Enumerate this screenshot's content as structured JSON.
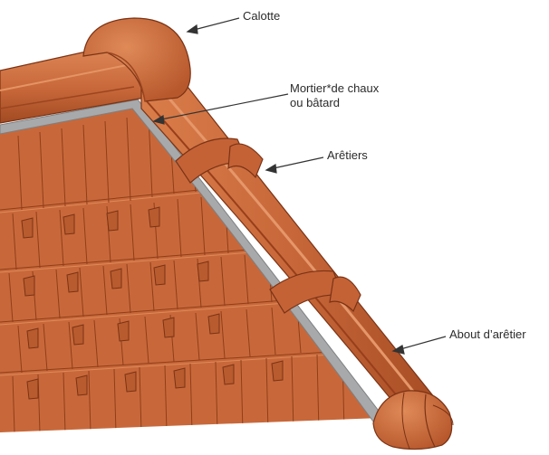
{
  "labels": {
    "calotte": "Calotte",
    "mortier_line1": "Mortier*de chaux",
    "mortier_line2": "ou bâtard",
    "aretiers": "Arêtiers",
    "about": "About d’arêtier"
  },
  "colors": {
    "tile": "#c8683a",
    "tile_dark": "#a94f27",
    "tile_light": "#dc8150",
    "mortar": "#a7a9ab",
    "outline": "#7a3315"
  }
}
